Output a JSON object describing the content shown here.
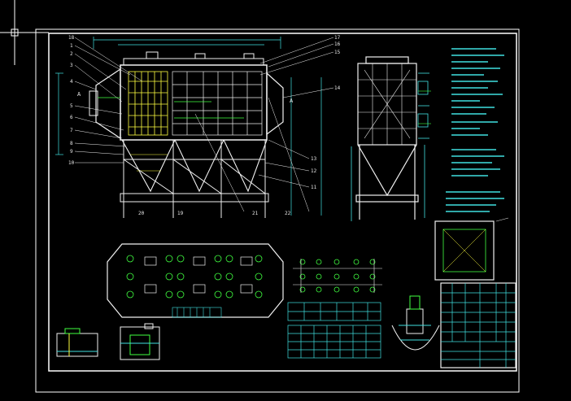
{
  "layer_colors": {
    "background": "#000000",
    "frame": "#ffffff",
    "cyan": "#40e0e0",
    "green": "#40ff40",
    "yellow": "#ffff40",
    "magenta": "#ff40ff",
    "white": "#f0f0f0"
  },
  "cursor": {
    "icon": "crosshair-cursor-icon"
  },
  "callouts_left": [
    "18",
    "1",
    "2",
    "3",
    "4",
    "5",
    "6",
    "7",
    "8",
    "9",
    "10"
  ],
  "callouts_right": [
    "17",
    "16",
    "15",
    "14",
    "13",
    "12",
    "11"
  ],
  "callouts_bottom": [
    "20",
    "19",
    "21",
    "22"
  ],
  "section_labels": {
    "left": "A",
    "right": "A"
  },
  "title_block": {
    "rows": [
      "",
      "",
      "",
      "",
      "",
      "",
      ""
    ],
    "drawing_no": ""
  }
}
